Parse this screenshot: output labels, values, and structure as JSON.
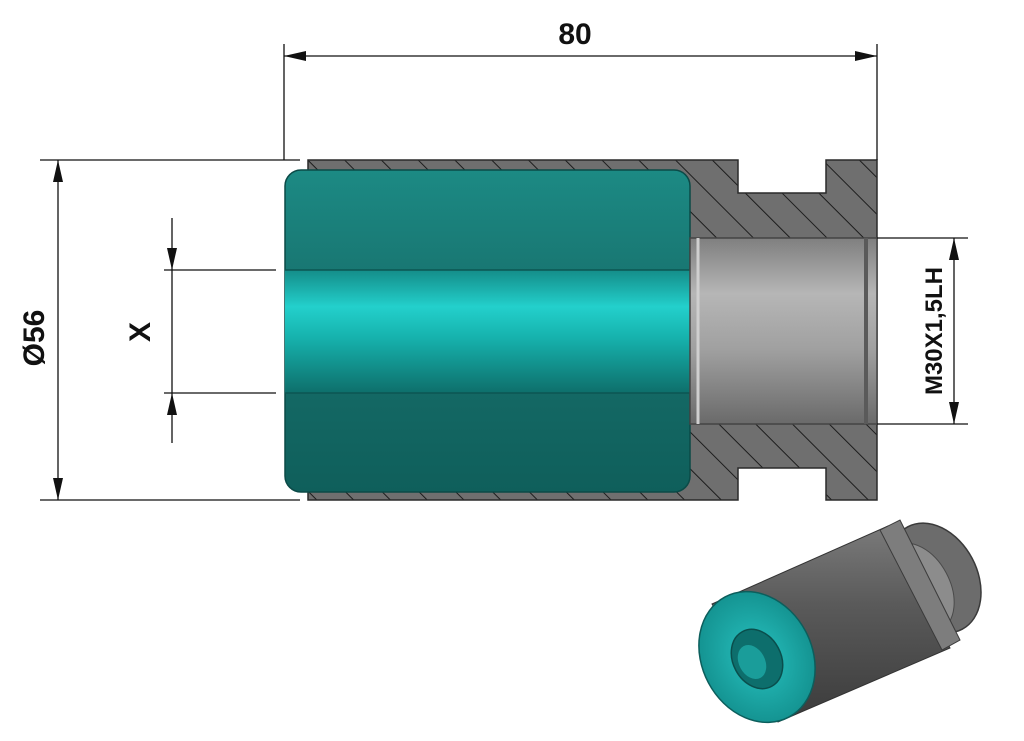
{
  "dimensions": {
    "length": "80",
    "diameter": "Ø56",
    "bore": "X",
    "thread": "M30X1,5LH"
  },
  "colors": {
    "liner": "#1a7f7a",
    "liner_bore": "#1fc7c4",
    "housing": "#8a8a8a",
    "housing_section": "#6f6f6f",
    "thread_bore": "#a8a8a8",
    "iso_body": "#5a5a5a",
    "iso_face": "#1cb1b0",
    "dimension_lines": "#111111"
  }
}
